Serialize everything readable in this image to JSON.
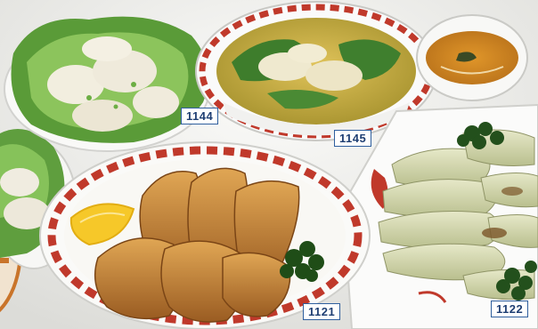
{
  "labels": {
    "boiled_dumplings": "1144",
    "dumpling_soup": "1145",
    "fried_gyoza": "1121",
    "steamed_gyoza": "1122"
  },
  "colors": {
    "tag_border": "#2f5f9e",
    "tag_text": "#1f3f73",
    "plate_pattern": "#c0392b",
    "lettuce": "#6aa84f",
    "soup": "#c9b24a",
    "fried": "#c98a3c"
  }
}
